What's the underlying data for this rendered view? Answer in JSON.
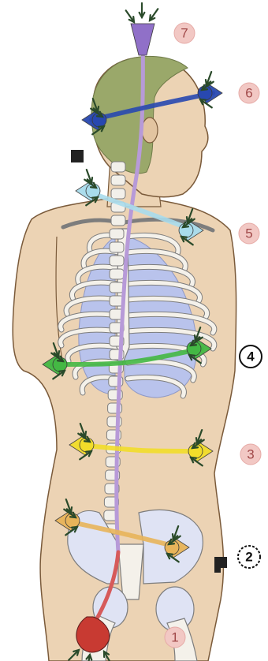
{
  "labels": {
    "l1": "1",
    "l2": "2",
    "l3": "3",
    "l4": "4",
    "l5": "5",
    "l6": "6",
    "l7": "7"
  },
  "colors": {
    "skin": "#ecd3b4",
    "skin_outline": "#7a5a3a",
    "hair": "#9aa86a",
    "lung": "#b9c3ec",
    "rib": "#f4f1ea",
    "rib_outline": "#7d7d7d",
    "spine": "#f2f0ea",
    "channel": "#b79ad8",
    "channel_lower": "#d65a5a",
    "label_pink": "#f2c8c4",
    "chakra_1": "#c83a32",
    "chakra_2": "#e8b45a",
    "chakra_3": "#f2dd2a",
    "chakra_4": "#44b844",
    "chakra_5": "#a8dcec",
    "chakra_6": "#2848b0",
    "chakra_7": "#9070c8",
    "arrow": "#2a4a2a"
  },
  "icons": [
    "chakra-node-icon",
    "arrow-icon",
    "square-marker-icon"
  ]
}
